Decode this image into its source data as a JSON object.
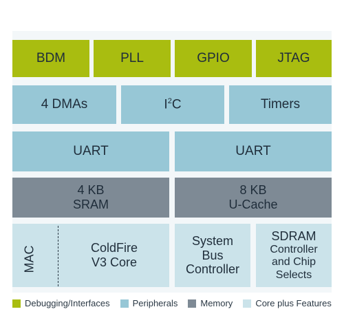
{
  "colors": {
    "debugging": "#a9bd10",
    "peripherals": "#97c7d6",
    "memory": "#7e8a95",
    "core": "#cbe3ea"
  },
  "row1": {
    "bdm": "BDM",
    "pll": "PLL",
    "gpio": "GPIO",
    "jtag": "JTAG"
  },
  "row2": {
    "dmas": "4 DMAs",
    "i2c_base": "I",
    "i2c_sup": "2",
    "i2c_tail": "C",
    "timers": "Timers"
  },
  "row3": {
    "uart_left": "UART",
    "uart_right": "UART"
  },
  "row4": {
    "sram_size": "4 KB",
    "sram_label": "SRAM",
    "ucache_size": "8 KB",
    "ucache_label": "U-Cache"
  },
  "row5": {
    "mac": "MAC",
    "coldfire_line1": "ColdFire",
    "coldfire_line2": "V3 Core",
    "sysbus_line1": "System",
    "sysbus_line2": "Bus",
    "sysbus_line3": "Controller",
    "sdram_line1": "SDRAM",
    "sdram_line2": "Controller",
    "sdram_line3": "and Chip",
    "sdram_line4": "Selects"
  },
  "legend": {
    "debugging": "Debugging/Interfaces",
    "peripherals": "Peripherals",
    "memory": "Memory",
    "core": "Core plus Features"
  }
}
